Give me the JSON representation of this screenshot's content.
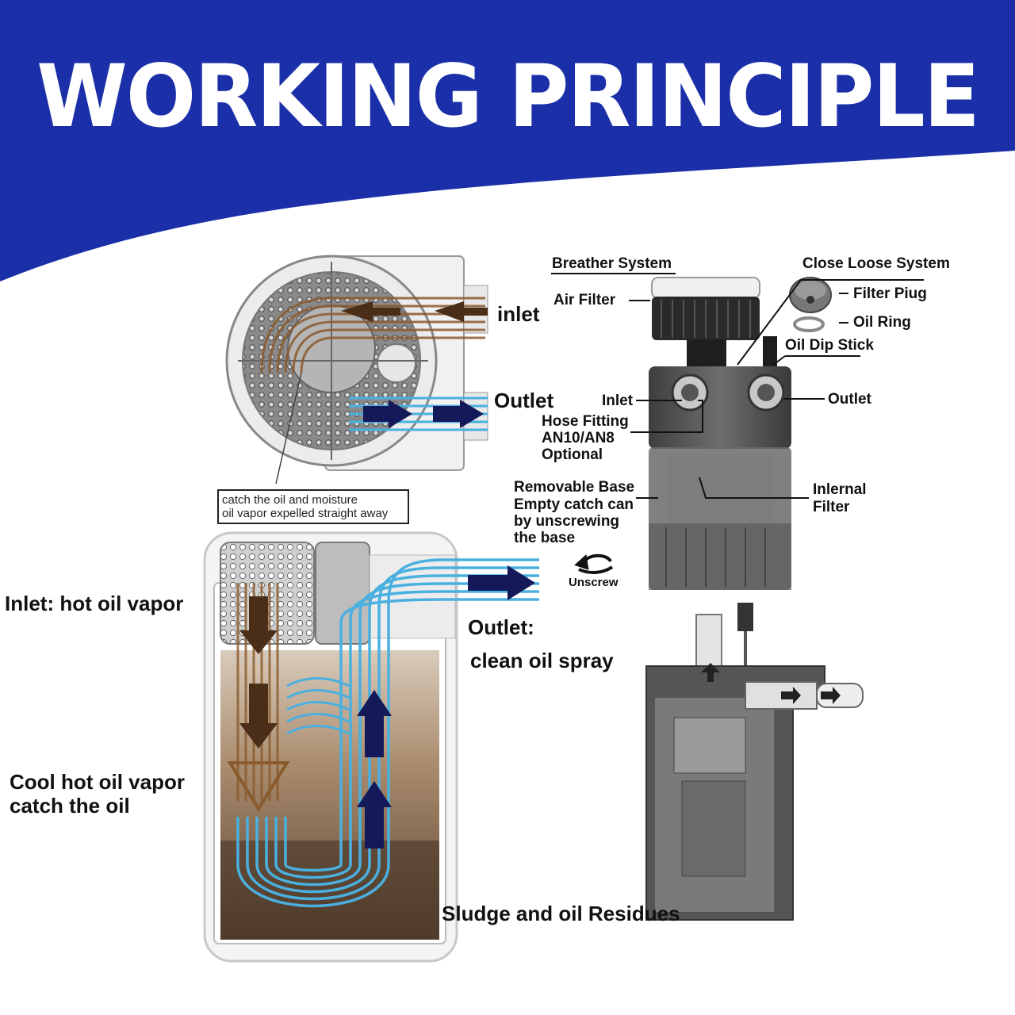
{
  "title": "WORKING PRINCIPLE",
  "colors": {
    "banner": "#1a2fa8",
    "vapor": "#7a5a3a",
    "clean": "#4ab0e0",
    "arrow_dark": "#14195a"
  },
  "top_diagram": {
    "inlet": "inlet",
    "outlet": "Outlet"
  },
  "note": {
    "line1": "catch the oil and moisture",
    "line2": "oil vapor expelled straight away"
  },
  "left_labels": {
    "inlet_hot": "Inlet: hot oil vapor",
    "cool_line1": "Cool hot oil vapor",
    "cool_line2": "catch the oil"
  },
  "middle_labels": {
    "outlet": "Outlet:",
    "clean": "clean oil spray",
    "sludge": "Sludge and oil Residues"
  },
  "right_labels": {
    "breather": "Breather System",
    "close_loose": "Close Loose System",
    "air_filter": "Air Filter",
    "filter_plug": "Filter Piug",
    "oil_ring": "Oil Ring",
    "dip_stick": "Oil Dip Stick",
    "inlet": "Inlet",
    "outlet": "Outlet",
    "hose_1": "Hose Fitting",
    "hose_2": "AN10/AN8",
    "hose_3": "Optional",
    "base_1": "Removable Base",
    "base_2": "Empty catch can",
    "base_3": "by unscrewing",
    "base_4": "the base",
    "internal_1": "Inlernal",
    "internal_2": "Filter",
    "unscrew": "Unscrew"
  }
}
